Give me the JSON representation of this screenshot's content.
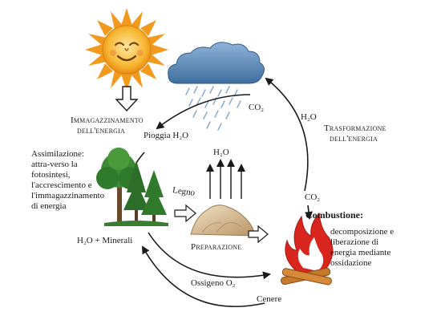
{
  "labels": {
    "storage_line1": "Immagazzinamento",
    "storage_line2": "dell'energia",
    "transform_line1": "Trasformazione",
    "transform_line2": "dell'energia",
    "rain": "Pioggia H₂O",
    "co2_top": "CO₂",
    "h2o_right": "H₂O",
    "h2o_center": "H₂O",
    "co2_right": "CO₂",
    "assimilation": "Assimilazione: attra-verso la fotosintesi, l'accrescimento e l'immagazzinamento di energia",
    "wood": "Legno",
    "preparation": "Preparazione",
    "combustion_title": "Combustione:",
    "combustion_desc": "decomposizione e liberazione di energia mediante ossidazione",
    "water_minerals": "H₂O + Minerali",
    "oxygen": "Ossigeno O₂",
    "ash": "Cenere"
  },
  "icons": [
    "sun-icon",
    "rain-cloud-icon",
    "trees-icon",
    "wood-pile-icon",
    "campfire-icon"
  ],
  "colors": {
    "sun": "#f5a623",
    "cloud": "#5b87b7",
    "rain": "#7fa7cf",
    "trees": "#2f7a2b",
    "wood_pile": "#d9c3a0",
    "fire": "#d8261e",
    "logs": "#c47a2a",
    "arrows": "#1a1a1a"
  }
}
